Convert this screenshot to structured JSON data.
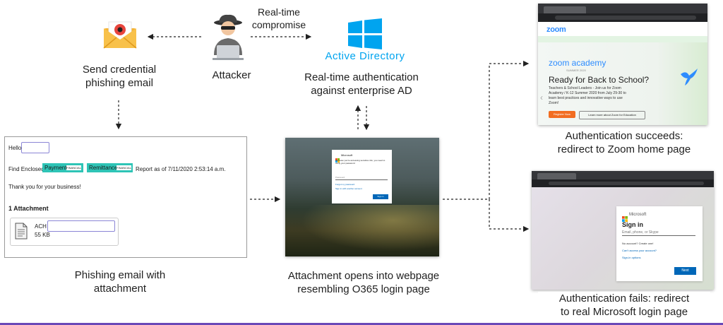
{
  "top": {
    "realtime_label_1": "Real-time",
    "realtime_label_2": "compromise",
    "ad_name": "Active Directory"
  },
  "captions": {
    "send_phishing_1": "Send credential",
    "send_phishing_2": "phishing email",
    "attacker": "Attacker",
    "realtime_auth_1": "Real-time authentication",
    "realtime_auth_2": "against enterprise AD",
    "phishing_attach_1": "Phishing email with",
    "phishing_attach_2": "attachment",
    "attach_opens_1": "Attachment opens into webpage",
    "attach_opens_2": "resembling O365 login page",
    "auth_succeeds_1": "Authentication succeeds:",
    "auth_succeeds_2": "redirect to Zoom home page",
    "auth_fails_1": "Authentication fails: redirect",
    "auth_fails_2": "to real Microsoft login page"
  },
  "email": {
    "greeting": "Hello",
    "find_enclosed": "Find Enclosed,",
    "payment": "Payment",
    "remittance": "Remittance",
    "report_as_of": "Report as of 7/11/2020 2:53:14 a.m.",
    "thanks": "Thank you for your business!",
    "attachment_count": "1 Attachment",
    "file_name": "ACH",
    "file_size": "55 KB",
    "tag": "FINANCIAL"
  },
  "fake_login": {
    "brand": "Microsoft",
    "prompt": "Because you're accessing sensitive info, you need to verify your password",
    "password_placeholder": "Password",
    "forgot": "Forgot my password",
    "signin_other": "Sign in with another account",
    "button": "Sign in"
  },
  "zoom": {
    "logo": "zoom",
    "academy": "zoom academy",
    "summer": "SUMMER 2020",
    "headline": "Ready for Back to School?",
    "body": "Teachers & School Leaders - Join us for Zoom Academy / K-12 Summer 2020 from July 29-30 to learn best practices and innovative ways to use Zoom!",
    "register": "Register Now",
    "learn_more": "Learn more about Zoom for Education"
  },
  "ms_login": {
    "brand": "Microsoft",
    "title": "Sign in",
    "placeholder": "Email, phone, or Skype",
    "no_account": "No account? Create one!",
    "cant_access": "Can't access your account?",
    "options": "Sign-in options",
    "next": "Next"
  },
  "colors": {
    "teal": "#2ec4b6",
    "windows_blue": "#00a4ef",
    "zoom_blue": "#2d8cff",
    "zoom_orange": "#f26d21",
    "bottom_bar": "#6a49b8"
  }
}
